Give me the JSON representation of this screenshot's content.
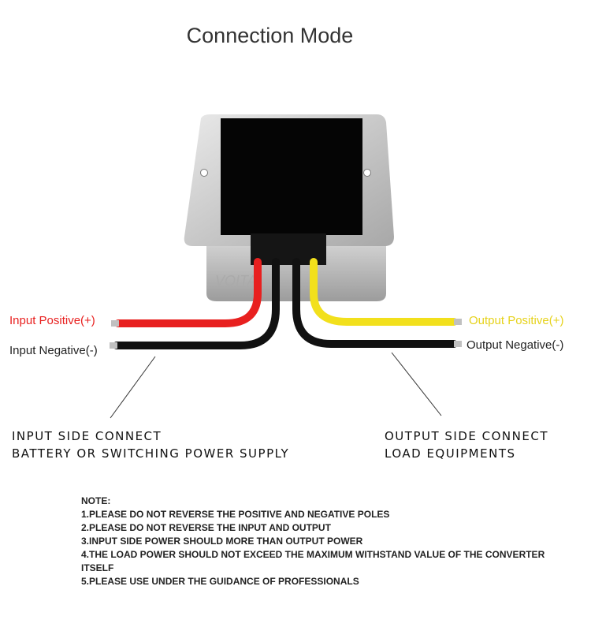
{
  "title": "Connection Mode",
  "device": {
    "brand_fragment": "VOITA"
  },
  "wires": {
    "input_positive": {
      "label": "Input Positive(+)",
      "color": "#e8201f"
    },
    "input_negative": {
      "label": "Input Negative(-)",
      "color": "#111111"
    },
    "output_positive": {
      "label": "Output Positive(+)",
      "color": "#f2e01c"
    },
    "output_negative": {
      "label": "Output Negative(-)",
      "color": "#111111"
    }
  },
  "input_side": {
    "line1": "INPUT SIDE CONNECT",
    "line2": "BATTERY OR SWITCHING POWER SUPPLY"
  },
  "output_side": {
    "line1": "OUTPUT SIDE CONNECT",
    "line2": "LOAD EQUIPMENTS"
  },
  "notes": {
    "heading": "NOTE:",
    "items": [
      "1.PLEASE DO NOT REVERSE THE POSITIVE AND NEGATIVE POLES",
      "2.PLEASE DO NOT REVERSE THE INPUT AND OUTPUT",
      "3.INPUT SIDE POWER SHOULD MORE THAN OUTPUT POWER",
      "4.THE LOAD POWER SHOULD NOT EXCEED THE MAXIMUM WITHSTAND VALUE OF THE CONVERTER ITSELF",
      "5.PLEASE USE UNDER THE GUIDANCE OF PROFESSIONALS"
    ]
  }
}
